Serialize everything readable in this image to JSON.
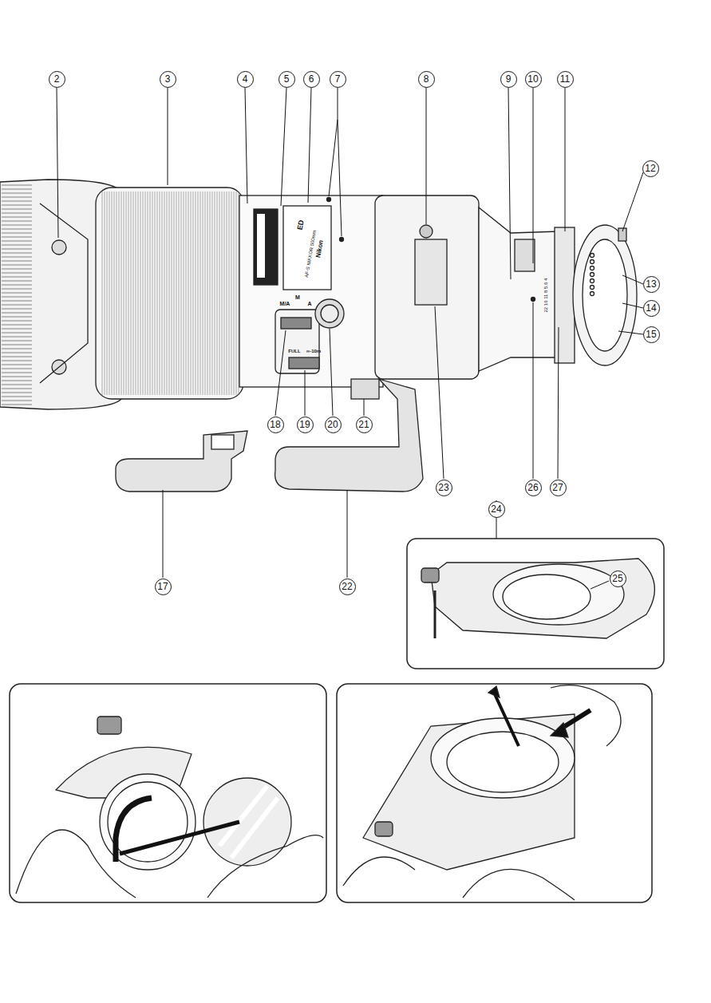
{
  "diagram": {
    "nodes": [
      {
        "text": [
          "2"
        ]
      },
      {
        "text": [
          "3"
        ]
      },
      {
        "text": [
          "4"
        ]
      },
      {
        "text": [
          "5"
        ]
      },
      {
        "text": [
          "6"
        ]
      },
      {
        "text": [
          "7"
        ]
      },
      {
        "text": [
          "8"
        ]
      },
      {
        "text": [
          "9"
        ]
      },
      {
        "text": [
          "10"
        ]
      },
      {
        "text": [
          "11"
        ]
      },
      {
        "text": [
          "12"
        ]
      },
      {
        "text": [
          "13"
        ]
      },
      {
        "text": [
          "14"
        ]
      },
      {
        "text": [
          "15"
        ]
      },
      {
        "text": [
          "18"
        ]
      },
      {
        "text": [
          "19"
        ]
      },
      {
        "text": [
          "20"
        ]
      },
      {
        "text": [
          "21"
        ]
      },
      {
        "text": [
          "23"
        ]
      },
      {
        "text": [
          "24"
        ]
      },
      {
        "text": [
          "26"
        ]
      },
      {
        "text": [
          "27"
        ]
      },
      {
        "text": [
          "25"
        ]
      },
      {
        "text": [
          "17"
        ]
      },
      {
        "text": [
          "22"
        ]
      }
    ],
    "labels": [
      "Nikon",
      "AF-S NIKKOR 500mm",
      "ED",
      "M/A",
      "M",
      "A",
      "FULL",
      "∞-10m",
      "22 16 11 8 5.6 4"
    ]
  }
}
